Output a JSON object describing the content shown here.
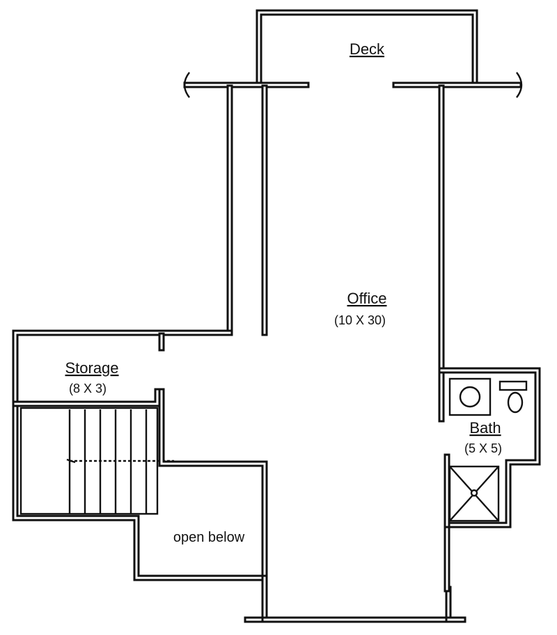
{
  "rooms": {
    "deck": {
      "name": "Deck"
    },
    "office": {
      "name": "Office",
      "size": "(10 X 30)"
    },
    "storage": {
      "name": "Storage",
      "size": "(8 X 3)"
    },
    "bath": {
      "name": "Bath",
      "size": "(5 X 5)"
    }
  },
  "notes": {
    "open_below": "open below"
  }
}
